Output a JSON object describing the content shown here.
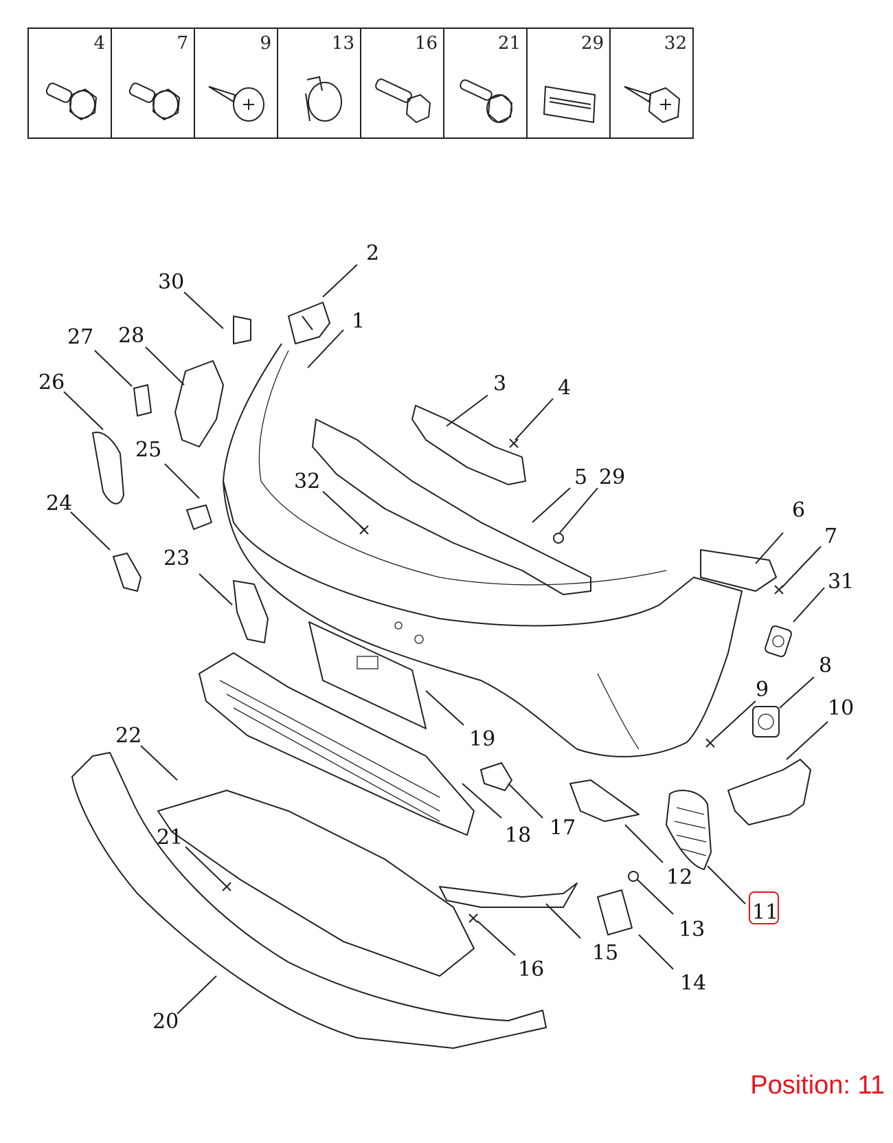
{
  "fastener_table": {
    "cells": [
      {
        "number": "4",
        "icon": "flange-bolt-icon"
      },
      {
        "number": "7",
        "icon": "flange-bolt-icon"
      },
      {
        "number": "9",
        "icon": "tapping-screw-icon"
      },
      {
        "number": "13",
        "icon": "push-clip-icon"
      },
      {
        "number": "16",
        "icon": "long-flange-bolt-icon"
      },
      {
        "number": "21",
        "icon": "shoulder-bolt-icon"
      },
      {
        "number": "29",
        "icon": "adhesive-pad-icon"
      },
      {
        "number": "32",
        "icon": "tapping-screw-icon"
      }
    ]
  },
  "callouts": [
    "1",
    "2",
    "3",
    "4",
    "5",
    "6",
    "7",
    "8",
    "9",
    "10",
    "11",
    "12",
    "13",
    "14",
    "15",
    "16",
    "17",
    "18",
    "19",
    "20",
    "21",
    "22",
    "23",
    "24",
    "25",
    "26",
    "27",
    "28",
    "29",
    "30",
    "31",
    "32"
  ],
  "position_label": "Position: 11",
  "highlighted_callout": "11",
  "colors": {
    "line": "#222222",
    "highlight": "#e8141c",
    "background": "#ffffff"
  }
}
